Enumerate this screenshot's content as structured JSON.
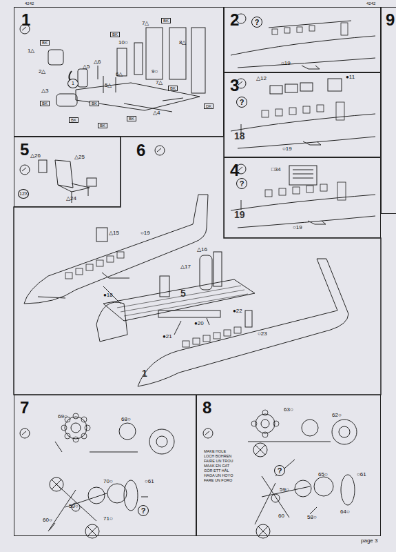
{
  "diagram": {
    "nodes": [
      {
        "text": [
          "1"
        ]
      },
      {
        "text": [
          "2"
        ]
      },
      {
        "text": [
          "3"
        ]
      },
      {
        "text": [
          "4"
        ]
      },
      {
        "text": [
          "5"
        ]
      },
      {
        "text": [
          "6"
        ]
      },
      {
        "text": [
          "7"
        ]
      },
      {
        "text": [
          "8"
        ]
      },
      {
        "text": [
          "9"
        ]
      }
    ],
    "labels": [
      "4242",
      "4242",
      "1△",
      "2△",
      "△3",
      "1",
      "△5",
      "△6",
      "5△",
      "6△",
      "10○",
      "7△",
      "8△",
      "9○",
      "7△",
      "△4",
      "BK",
      "BK",
      "BK",
      "BK",
      "BK",
      "BK",
      "BK",
      "BK",
      "BK",
      "DK",
      "?",
      "○19",
      "?",
      "18",
      "△12",
      "●11",
      "○19",
      "?",
      "19",
      "□34",
      "○19",
      "△26",
      "△25",
      "△24",
      "12X",
      "△15",
      "○19",
      "△16",
      "△17",
      "5",
      "●18",
      "●20",
      "●22",
      "●21",
      "○23",
      "1",
      "69○",
      "68○",
      "○61",
      "70○",
      "59○",
      "60○",
      "71○",
      "?",
      "63○",
      "62○",
      "○61",
      "65○",
      "59○",
      "60",
      "58○",
      "64○",
      "?",
      "MAKE HOLE",
      "LOCH BOHREN",
      "FAIRE UN TROU",
      "MAAK EN GAT",
      "GÖR ETT HÅL",
      "HAGA UN HOYO",
      "FARE UN FORO",
      "page 3"
    ]
  }
}
